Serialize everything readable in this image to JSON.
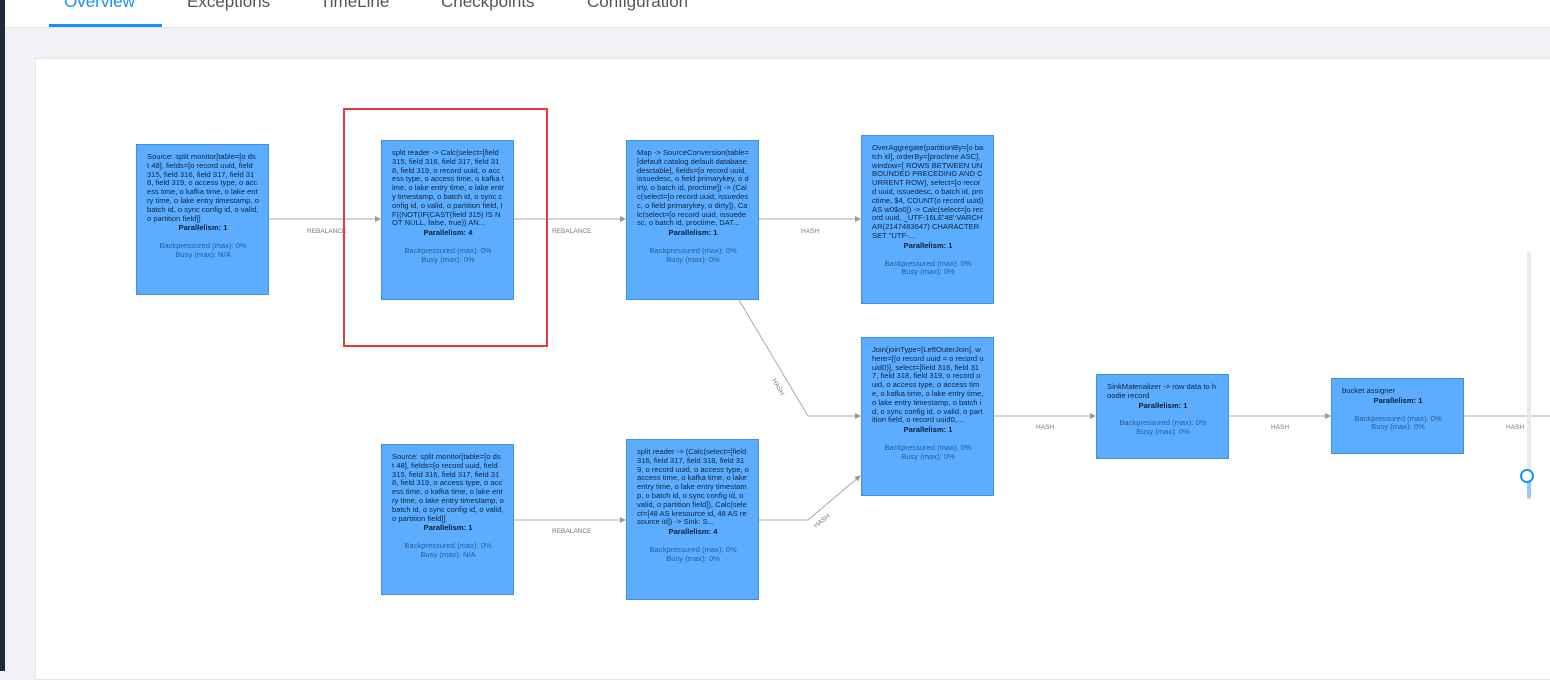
{
  "tabs": [
    {
      "label": "Overview"
    },
    {
      "label": "Exceptions"
    },
    {
      "label": "TimeLine"
    },
    {
      "label": "Checkpoints"
    },
    {
      "label": "Configuration"
    }
  ],
  "nodes": {
    "n1": {
      "desc": "Source: split monitor[table=[o ds t 48], fields=[o record uuid, field 315, field 316, field 317, field 318, field 319, o access type, o access time, o kafka time, o lake entry time, o lake entry timestamp, o batch id, o sync config id, o valid, o partition field]]",
      "parallelism": "Parallelism: 1",
      "backpressured": "Backpressured (max): 0%",
      "busy": "Busy (max): N/A"
    },
    "n2": {
      "desc": "split reader -> Calc(select=[field 315, field 316, field 317, field 318, field 319, o record uuid, o access type, o access time, o kafka time, o lake entry time, o lake entry timestamp, o batch id, o sync config id, o valid, o partition field, IF((NOT(IF(CAST(field 315) IS NOT NULL, false, true)) AN...",
      "parallelism": "Parallelism: 4",
      "backpressured": "Backpressured (max): 0%",
      "busy": "Busy (max): 0%"
    },
    "n3": {
      "desc": "Map -> SourceConversion(table=[default catalog.default database.desctable], fields=[o record uuid, issuedesc, o field primarykey, o dirty, o batch id, proctime]) -> (Calc(select=[o record uuid, issuedesc, o field primarykey, o dirty]), Calc(select=[o record uuid, issuedesc, o batch id, proctime, DAT...",
      "parallelism": "Parallelism: 1",
      "backpressured": "Backpressured (max): 0%",
      "busy": "Busy (max): 0%"
    },
    "n4": {
      "desc": "OverAggregate(partitionBy=[o batch id], orderBy=[proctime ASC], window=[ ROWS BETWEEN UNBOUNDED PRECEDING AND CURRENT ROW], select=[o record uuid, issuedesc, o batch id, proctime, $4, COUNT(o record uuid) AS w0$o0]) -> Calc(select=[o record uuid, _UTF-16LE'48':VARCHAR(2147483647) CHARACTER SET \"UTF-...",
      "parallelism": "Parallelism: 1",
      "backpressured": "Backpressured (max): 0%",
      "busy": "Busy (max): 0%"
    },
    "n5": {
      "desc": "Source: split monitor[table=[o ds t 48], fields=[o record uuid, field 315, field 316, field 317, field 318, field 319, o access type, o access time, o kafka time, o lake entry time, o lake entry timestamp, o batch id, o sync config id, o valid, o partition field]]",
      "parallelism": "Parallelism: 1",
      "backpressured": "Backpressured (max): 0%",
      "busy": "Busy (max): N/A"
    },
    "n6": {
      "desc": "split reader -> (Calc(select=[field 316, field 317, field 318, field 319, o record uuid, o access type, o access time, o kafka time, o lake entry time, o lake entry timestamp, o batch id, o sync config id, o valid, o partition field]), Calc(select=[48 AS kresource id, 48 AS resource id]) -> Sink: S...",
      "parallelism": "Parallelism: 4",
      "backpressured": "Backpressured (max): 0%",
      "busy": "Busy (max): 0%"
    },
    "n7": {
      "desc": "Join(joinType=[LeftOuterJoin], where=[(o record uuid = o record uuid0)], select=[field 316, field 317, field 318, field 319, o record uuid, o access type, o access time, o kafka time, o lake entry time, o lake entry timestamp, o batch id, o sync config id, o valid, o partition field, o record uuid0,...",
      "parallelism": "Parallelism: 1",
      "backpressured": "Backpressured (max): 0%",
      "busy": "Busy (max): 0%"
    },
    "n8": {
      "desc": "SinkMaterializer -> row data to hoodie record",
      "parallelism": "Parallelism: 1",
      "backpressured": "Backpressured (max): 0%",
      "busy": "Busy (max): 0%"
    },
    "n9": {
      "desc": "bucket assigner",
      "parallelism": "Parallelism: 1",
      "backpressured": "Backpressured (max): 0%",
      "busy": "Busy (max): 0%"
    }
  },
  "edges": {
    "e1": "REBALANCE",
    "e2": "REBALANCE",
    "e3": "HASH",
    "e4": "HASH",
    "e5": "REBALANCE",
    "e6": "HASH",
    "e7": "HASH",
    "e8": "HASH",
    "e9": "HASH"
  },
  "colors": {
    "accent": "#1890ff",
    "node_fill": "#5cacff",
    "highlight": "#e23b3b"
  }
}
